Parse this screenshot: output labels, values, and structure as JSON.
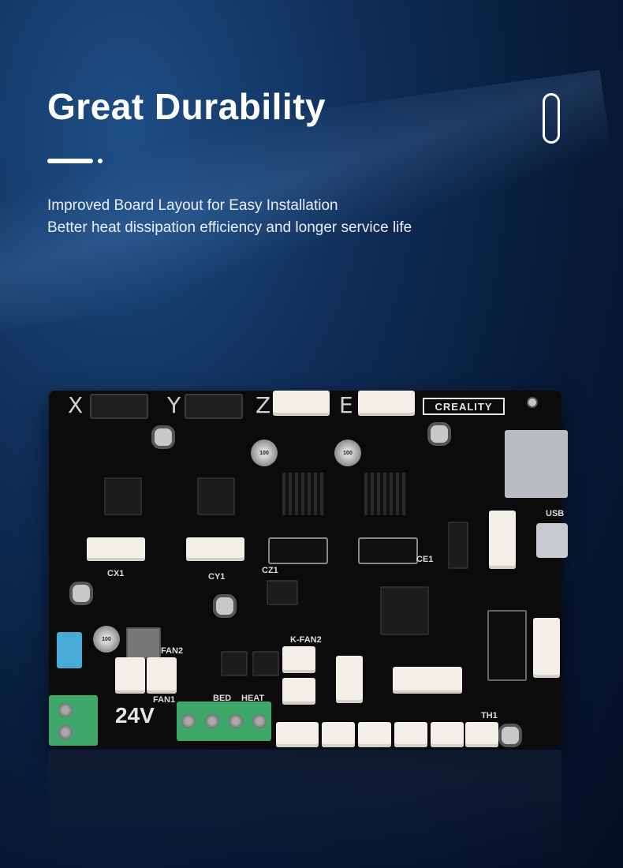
{
  "header": {
    "title": "Great Durability",
    "subtitle_line1": "Improved Board Layout for Easy Installation",
    "subtitle_line2": "Better heat dissipation efficiency and longer service life"
  },
  "board": {
    "brand_logo": "CREALITY",
    "axis_labels": [
      "X",
      "Y",
      "Z",
      "E"
    ],
    "silkscreen": {
      "cx1": "CX1",
      "cy1": "CY1",
      "cz1": "CZ1",
      "ce1": "CE1",
      "kfan2": "K-FAN2",
      "fan2": "FAN2",
      "fan1": "FAN1",
      "bed": "BED",
      "heat": "HEAT",
      "th1": "TH1",
      "usb": "USB",
      "voltage": "24V"
    }
  },
  "colors": {
    "background": "#0a2247",
    "board": "#0b0b0c",
    "connector": "#f2efe8",
    "terminal": "#3ea86b",
    "fuse": "#4aaad6"
  }
}
